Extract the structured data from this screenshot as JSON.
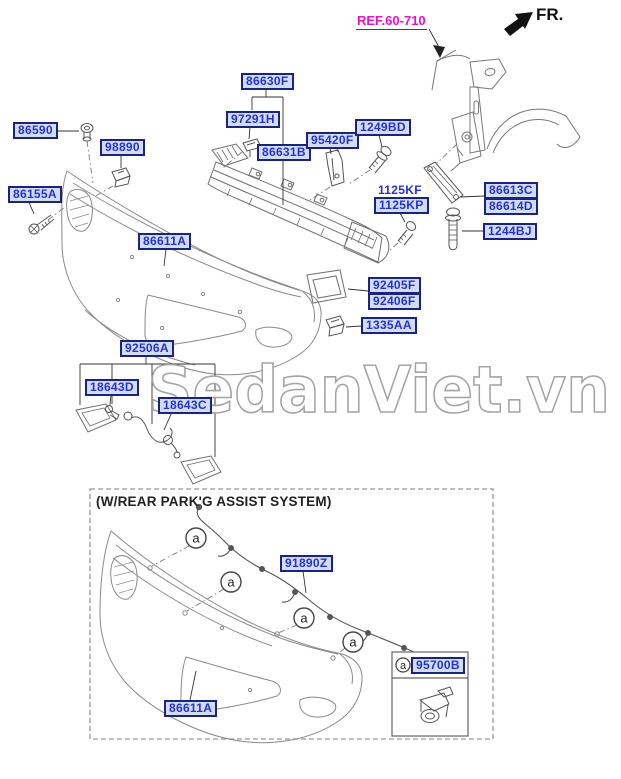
{
  "page": {
    "watermark": "SedanViet.vn"
  },
  "header": {
    "direction_label": "FR.",
    "reference_label": "REF.60-710"
  },
  "markers": {
    "label": "a"
  },
  "section": {
    "title": "(W/REAR PARK'G ASSIST SYSTEM)"
  },
  "parts": {
    "top": [
      {
        "code": "86590"
      },
      {
        "code": "98890"
      },
      {
        "code": "86155A"
      },
      {
        "code": "86611A"
      },
      {
        "code": "86630F"
      },
      {
        "code": "97291H"
      },
      {
        "code": "86631B"
      },
      {
        "code": "95420F"
      },
      {
        "code": "1249BD"
      },
      {
        "code": "1125KF"
      },
      {
        "code": "1125KP"
      },
      {
        "code": "86613C"
      },
      {
        "code": "86614D"
      },
      {
        "code": "1244BJ"
      },
      {
        "code": "92405F"
      },
      {
        "code": "92406F"
      },
      {
        "code": "1335AA"
      },
      {
        "code": "92506A"
      },
      {
        "code": "18643D"
      },
      {
        "code": "18643C"
      }
    ],
    "bottom": [
      {
        "code": "91890Z"
      },
      {
        "code": "95700B"
      },
      {
        "code": "86611A"
      }
    ]
  },
  "colors": {
    "label_text": "#2433cf",
    "label_bg": "#d3dcee",
    "label_border": "#18247e",
    "reference_text": "#e613c8",
    "line": "#6f6f6f",
    "watermark_stroke": "#a0a0a0"
  }
}
